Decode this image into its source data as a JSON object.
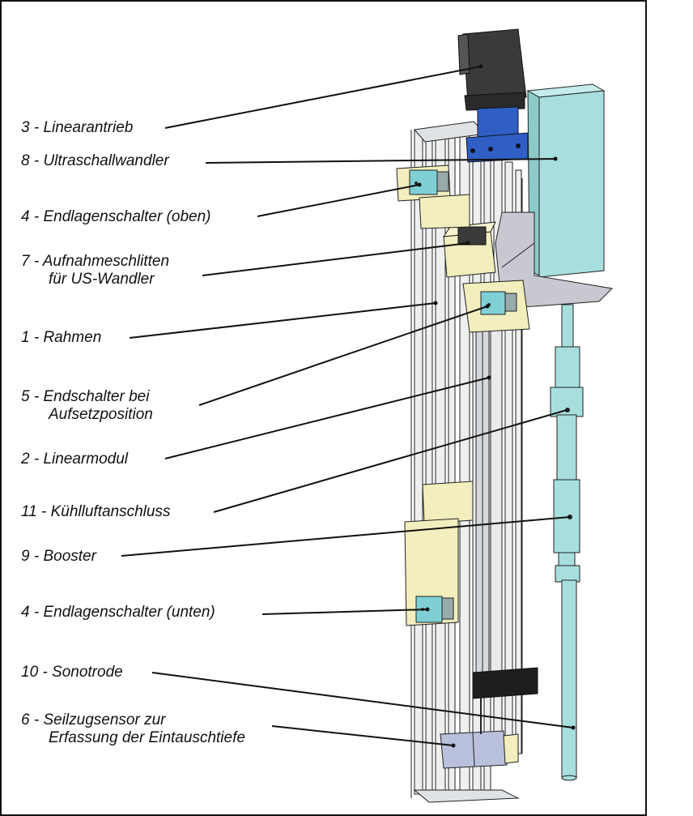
{
  "labels": [
    {
      "id": "linearantrieb",
      "line1": "3 - Linearantrieb",
      "line2": ""
    },
    {
      "id": "ultraschallwandler",
      "line1": "8 - Ultraschallwandler",
      "line2": ""
    },
    {
      "id": "endlagen-oben",
      "line1": "4 - Endlagenschalter (oben)",
      "line2": ""
    },
    {
      "id": "aufnahmeschlitten",
      "line1": "7 - Aufnahmeschlitten",
      "line2": "für US-Wandler"
    },
    {
      "id": "rahmen",
      "line1": "1 - Rahmen",
      "line2": ""
    },
    {
      "id": "endschalter-aufsetz",
      "line1": "5 - Endschalter bei",
      "line2": "Aufsetzposition"
    },
    {
      "id": "linearmodul",
      "line1": "2 - Linearmodul",
      "line2": ""
    },
    {
      "id": "kuehlluft",
      "line1": "11 - Kühlluftanschluss",
      "line2": ""
    },
    {
      "id": "booster",
      "line1": "9 - Booster",
      "line2": ""
    },
    {
      "id": "endlagen-unten",
      "line1": "4 - Endlagenschalter (unten)",
      "line2": ""
    },
    {
      "id": "sonotrode",
      "line1": "10 - Sonotrode",
      "line2": ""
    },
    {
      "id": "seilzugsensor",
      "line1": "6 - Seilzugsensor zur",
      "line2": "Erfassung der Eintauschtiefe"
    }
  ],
  "colors": {
    "motor": "#3a3a3a",
    "coupling": "#2f5fc4",
    "transducer": "#a8dede",
    "bracket": "#f2eebd",
    "switch": "#7fd0d4",
    "frame_line": "#222222",
    "rail": "#e4e8ea",
    "plate": "#c8c8d0",
    "sensor": "#b9c0dc"
  }
}
